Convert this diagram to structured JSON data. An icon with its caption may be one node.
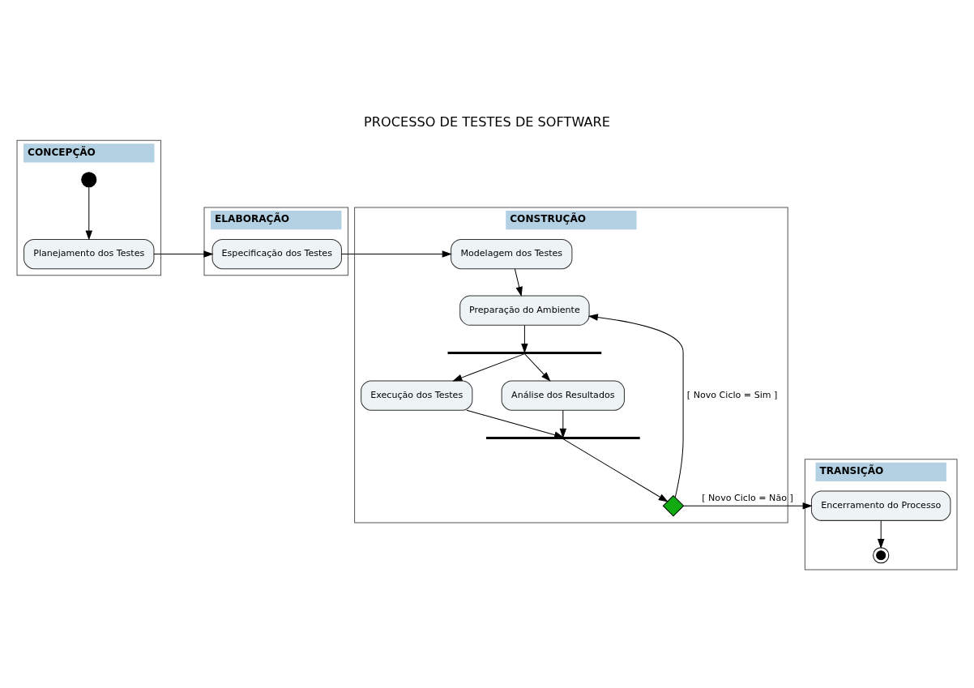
{
  "diagram": {
    "title": "PROCESSO DE TESTES DE SOFTWARE",
    "nodes": [
      {
        "text": [
          "CONCEPÇÃO"
        ]
      },
      {
        "text": [
          "ELABORAÇÃO"
        ]
      },
      {
        "text": [
          "CONSTRUÇÃO"
        ]
      },
      {
        "text": [
          "TRANSIÇÃO"
        ]
      },
      {
        "text": [],
        "shape": "circle",
        "in": 0
      },
      {
        "text": [
          "Planejamento dos Testes"
        ],
        "in": 0
      },
      {
        "text": [
          "Especificação dos Testes"
        ],
        "in": 1
      },
      {
        "text": [
          "Modelagem dos Testes"
        ],
        "in": 2
      },
      {
        "text": [
          "Preparação do Ambiente"
        ],
        "in": 2
      },
      {
        "text": [],
        "shape": "bar",
        "in": 2
      },
      {
        "text": [
          "Execução dos Testes"
        ],
        "in": 2
      },
      {
        "text": [
          "Análise dos Resultados"
        ],
        "in": 2
      },
      {
        "text": [],
        "shape": "bar",
        "in": 2
      },
      {
        "text": [],
        "shape": "diamond",
        "in": 2
      },
      {
        "text": [
          "Encerramento do Processo"
        ],
        "in": 3
      },
      {
        "text": [],
        "shape": "circle",
        "in": 3
      }
    ],
    "edges": [
      {
        "from": 4,
        "to": 5,
        "arrow": "to"
      },
      {
        "from": 5,
        "to": 6,
        "arrow": "to"
      },
      {
        "from": 6,
        "to": 7,
        "arrow": "to"
      },
      {
        "from": 7,
        "to": 8,
        "arrow": "to"
      },
      {
        "from": 8,
        "to": 9,
        "arrow": "to"
      },
      {
        "from": 9,
        "to": 10,
        "arrow": "to"
      },
      {
        "from": 9,
        "to": 11,
        "arrow": "to"
      },
      {
        "from": 10,
        "to": 12,
        "arrow": "to"
      },
      {
        "from": 11,
        "to": 12,
        "arrow": "to"
      },
      {
        "from": 12,
        "to": 13,
        "arrow": "to"
      },
      {
        "from": 13,
        "to": 8,
        "arrow": "to",
        "label": "[ Novo Ciclo = Sim ]"
      },
      {
        "from": 13,
        "to": 14,
        "arrow": "to",
        "label": "[ Novo Ciclo = Não ]"
      },
      {
        "from": 14,
        "to": 15,
        "arrow": "to"
      }
    ]
  }
}
